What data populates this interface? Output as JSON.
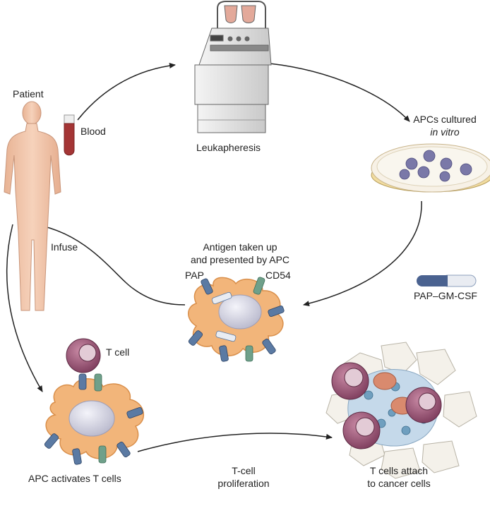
{
  "labels": {
    "patient": "Patient",
    "blood": "Blood",
    "leukapheresis": "Leukapheresis",
    "apcs_cultured_line1": "APCs cultured",
    "apcs_cultured_line2": "in vitro",
    "infuse": "Infuse",
    "antigen_line1": "Antigen taken up",
    "antigen_line2": "and presented by APC",
    "pap": "PAP",
    "cd54": "CD54",
    "pap_gm_csf": "PAP–GM-CSF",
    "t_cell": "T cell",
    "apc_activates": "APC activates T cells",
    "tcell_prolif_line1": "T-cell",
    "tcell_prolif_line2": "proliferation",
    "attach_line1": "T cells attach",
    "attach_line2": "to cancer cells"
  },
  "colors": {
    "skin": "#f2c9b0",
    "apc": "#f2b57a",
    "nucleus": "#dcdcea",
    "receptor_blue": "#5b7aa3",
    "receptor_green": "#6fa08a",
    "tcell": "#a8607e",
    "tcell_inner": "#7a3a58",
    "blood": "#a43535",
    "arrow": "#222222"
  }
}
